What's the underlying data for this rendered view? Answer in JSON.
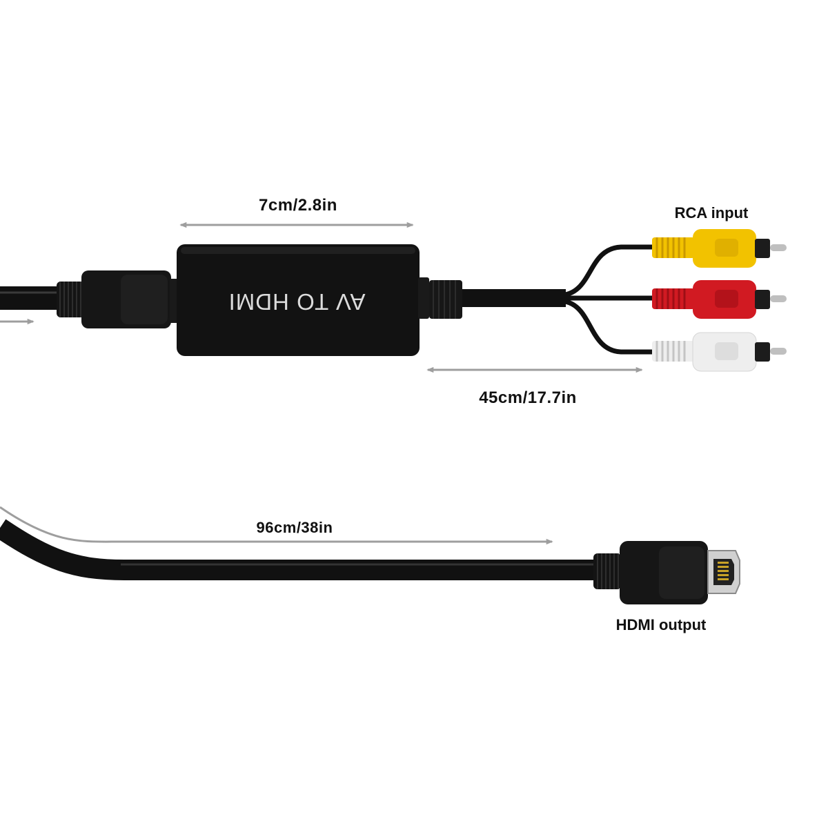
{
  "device": {
    "text": "AV TO HDMI"
  },
  "dimensions": {
    "box": "7cm/2.8in",
    "rca_cable": "45cm/17.7in",
    "hdmi_cable": "96cm/38in"
  },
  "labels": {
    "rca": "RCA input",
    "hdmi": "HDMI output"
  },
  "colors": {
    "cable": "#111111",
    "yellow": "#f2c200",
    "red": "#d11a22",
    "white": "#eeeeee",
    "arrow": "#9e9e9e"
  }
}
